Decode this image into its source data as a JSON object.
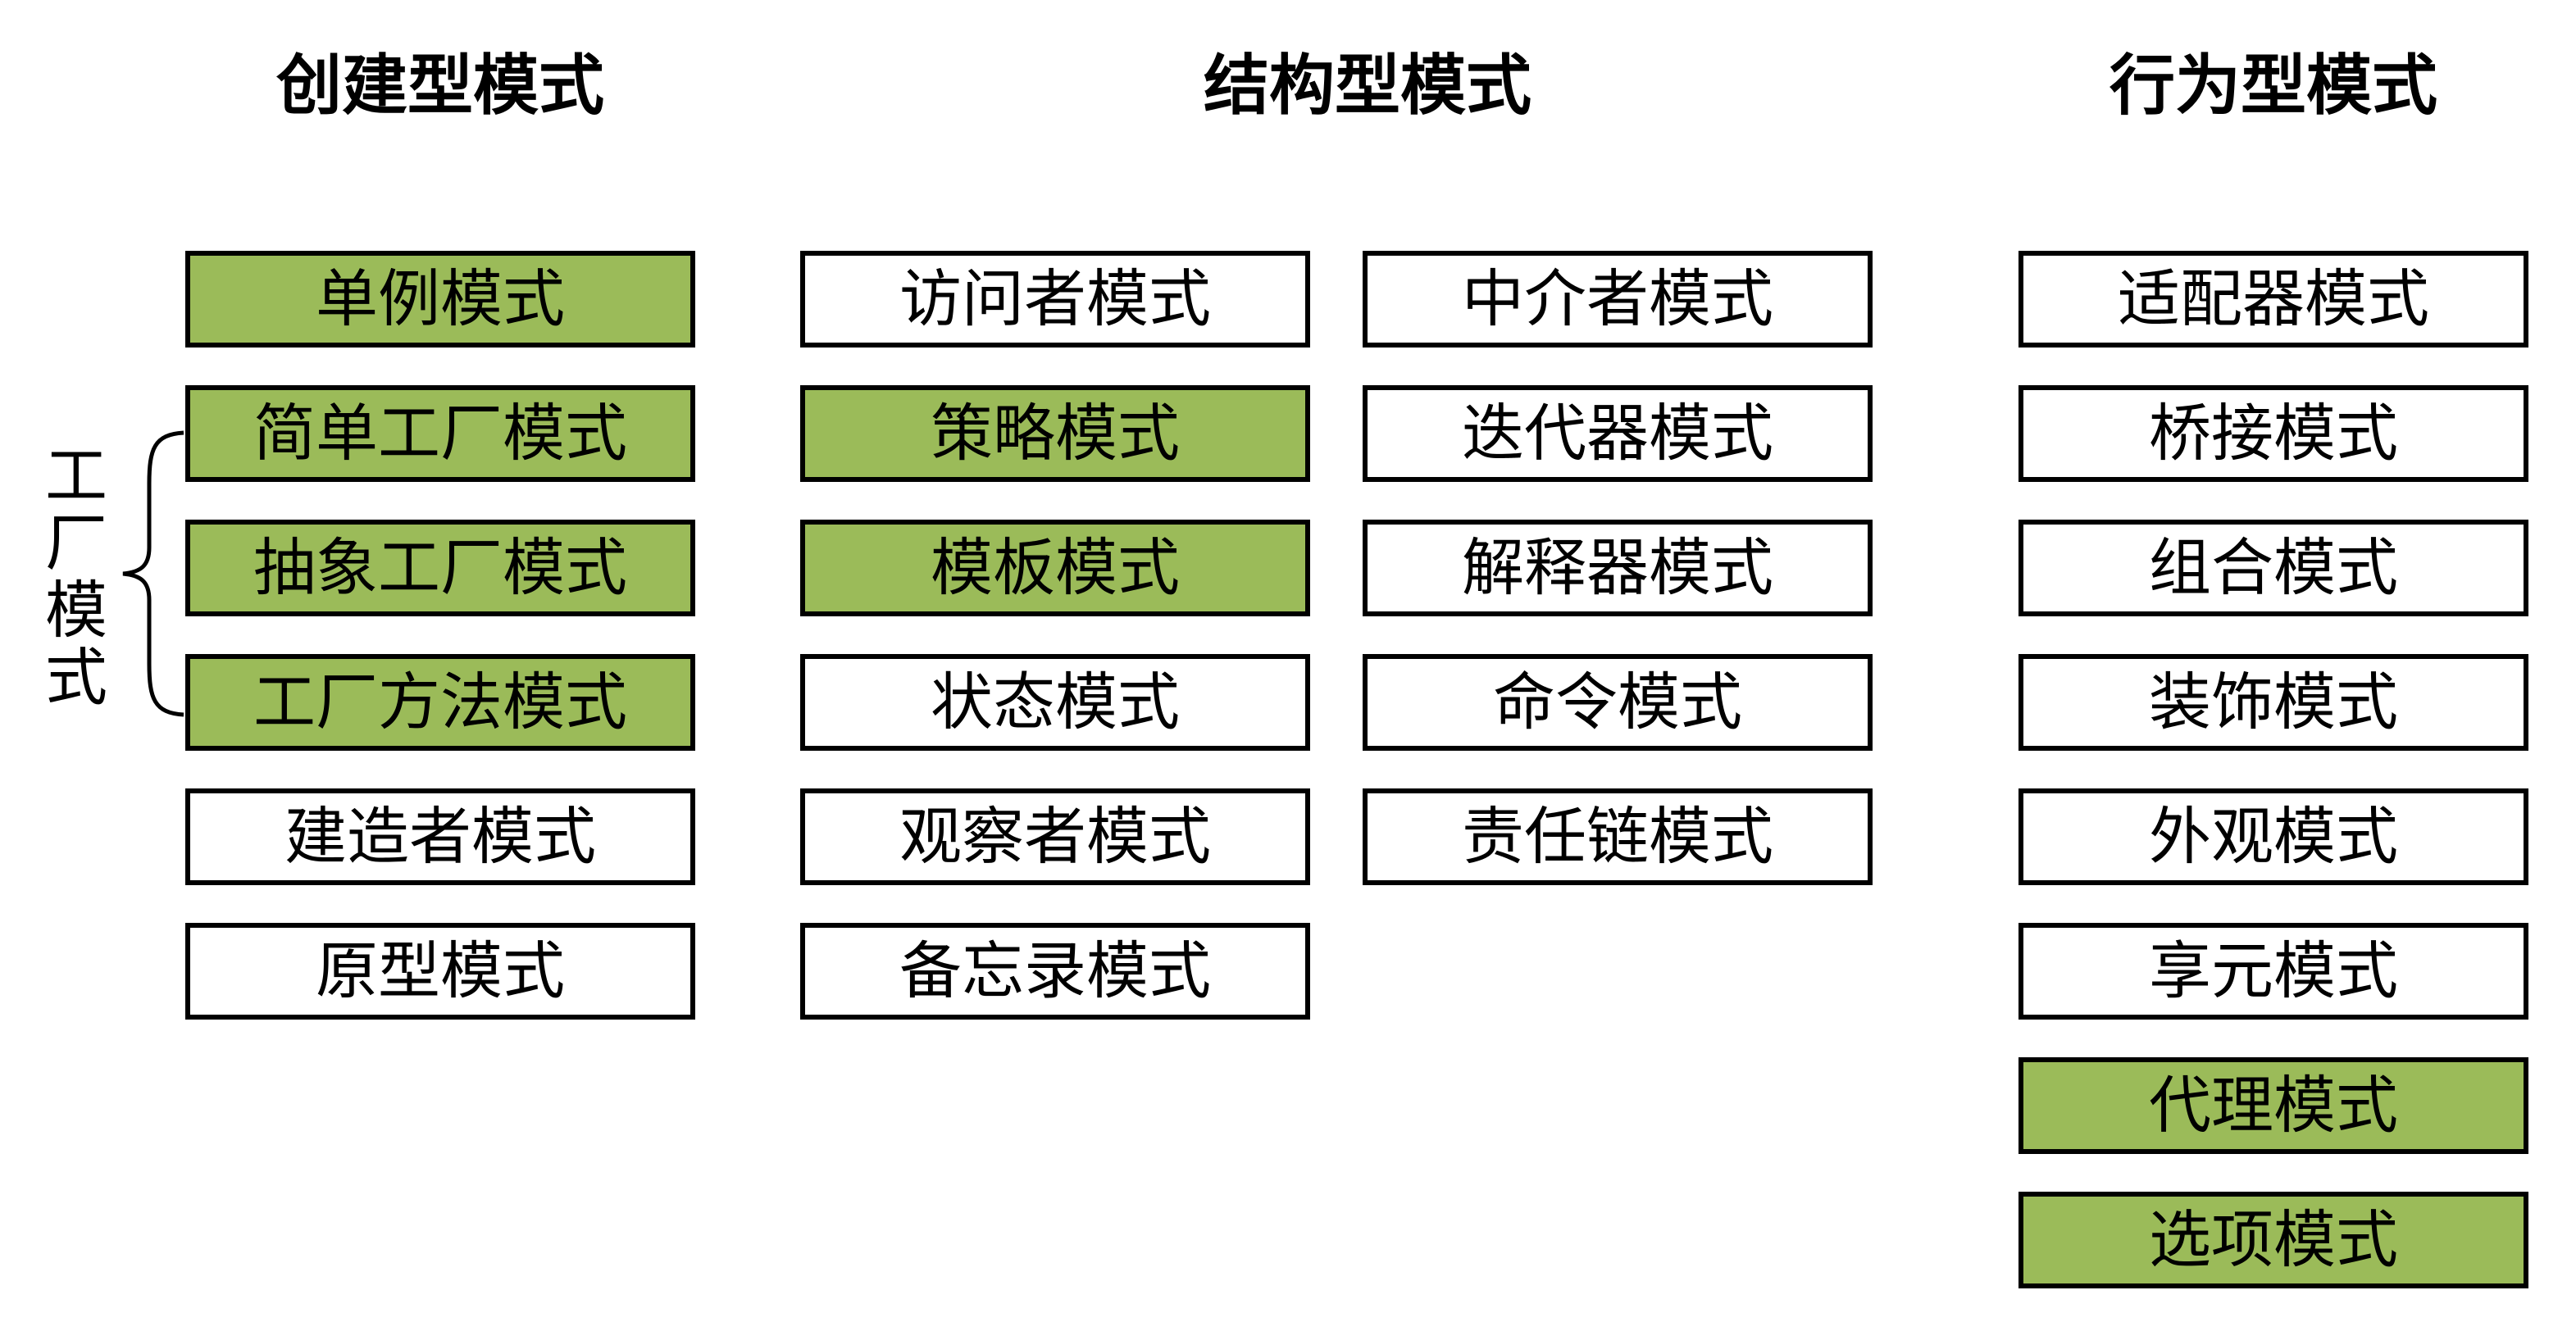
{
  "headings": {
    "creational": "创建型模式",
    "structural": "结构型模式",
    "behavioral": "行为型模式"
  },
  "factory_label": [
    "工",
    "厂",
    "模",
    "式"
  ],
  "columns": {
    "creational": [
      {
        "label": "单例模式",
        "highlight": true
      },
      {
        "label": "简单工厂模式",
        "highlight": true
      },
      {
        "label": "抽象工厂模式",
        "highlight": true
      },
      {
        "label": "工厂方法模式",
        "highlight": true
      },
      {
        "label": "建造者模式",
        "highlight": false
      },
      {
        "label": "原型模式",
        "highlight": false
      }
    ],
    "structural_left": [
      {
        "label": "访问者模式",
        "highlight": false
      },
      {
        "label": "策略模式",
        "highlight": true
      },
      {
        "label": "模板模式",
        "highlight": true
      },
      {
        "label": "状态模式",
        "highlight": false
      },
      {
        "label": "观察者模式",
        "highlight": false
      },
      {
        "label": "备忘录模式",
        "highlight": false
      }
    ],
    "structural_right": [
      {
        "label": "中介者模式",
        "highlight": false
      },
      {
        "label": "迭代器模式",
        "highlight": false
      },
      {
        "label": "解释器模式",
        "highlight": false
      },
      {
        "label": "命令模式",
        "highlight": false
      },
      {
        "label": "责任链模式",
        "highlight": false
      }
    ],
    "behavioral": [
      {
        "label": "适配器模式",
        "highlight": false
      },
      {
        "label": "桥接模式",
        "highlight": false
      },
      {
        "label": "组合模式",
        "highlight": false
      },
      {
        "label": "装饰模式",
        "highlight": false
      },
      {
        "label": "外观模式",
        "highlight": false
      },
      {
        "label": "享元模式",
        "highlight": false
      },
      {
        "label": "代理模式",
        "highlight": true
      },
      {
        "label": "选项模式",
        "highlight": true
      }
    ]
  },
  "colors": {
    "highlight": "#9bbb59",
    "plain": "#ffffff",
    "border": "#000000"
  }
}
